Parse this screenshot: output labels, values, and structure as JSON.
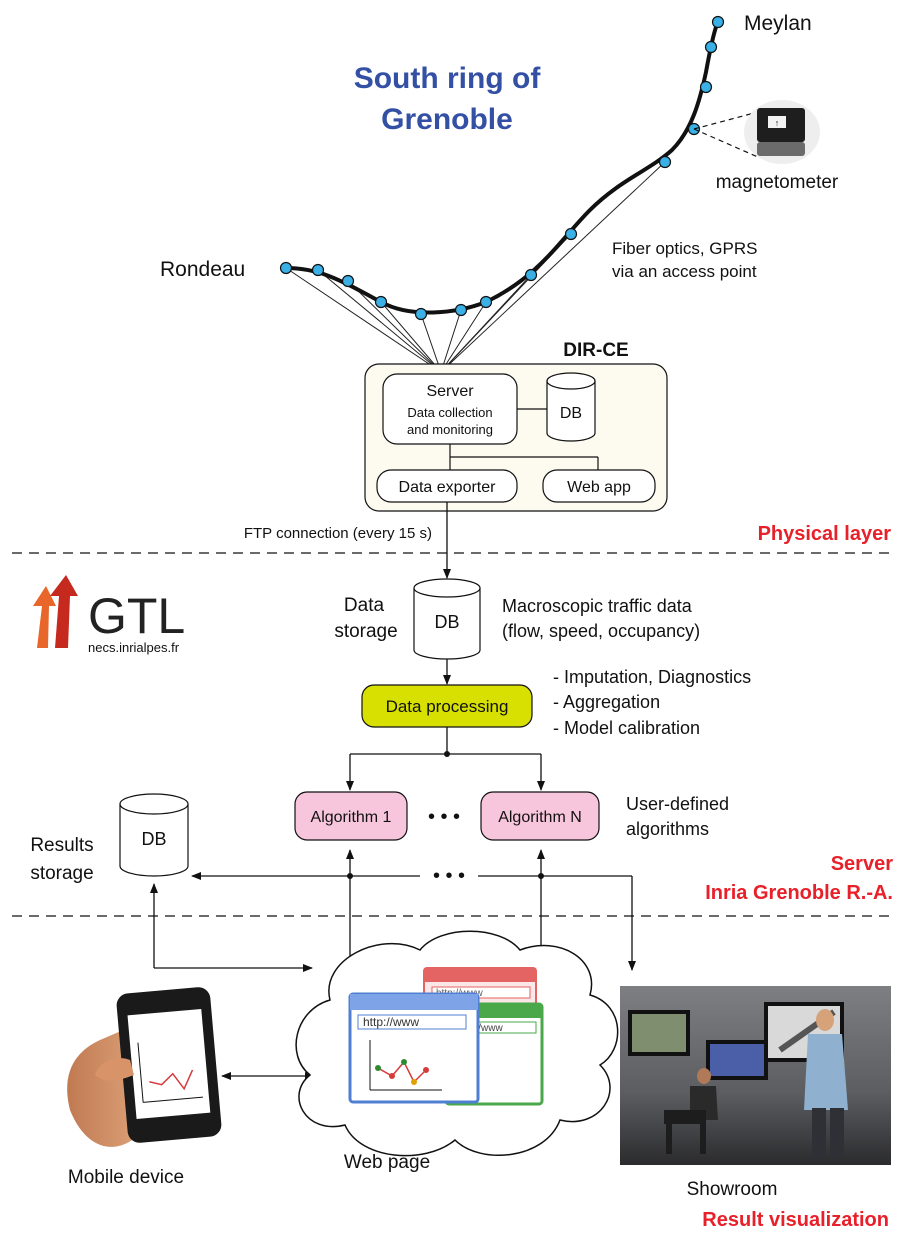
{
  "title": [
    "South ring of",
    "Grenoble"
  ],
  "places": {
    "meylan": "Meylan",
    "rondeau": "Rondeau"
  },
  "sensor": {
    "label": "magnetometer",
    "comm": [
      "Fiber optics, GPRS",
      "via an access point"
    ]
  },
  "dirce": {
    "title": "DIR-CE",
    "server": [
      "Server",
      "Data collection",
      "and monitoring"
    ],
    "db": "DB",
    "exporter": "Data exporter",
    "webapp": "Web app"
  },
  "ftp": "FTP connection (every 15 s)",
  "layers": {
    "physical": "Physical layer",
    "server": [
      "Server",
      "Inria Grenoble R.-A."
    ],
    "result": "Result visualization"
  },
  "gtl": {
    "name": "GTL",
    "url": "necs.inrialpes.fr"
  },
  "storage": {
    "label": [
      "Data",
      "storage"
    ],
    "db": "DB",
    "desc": [
      "Macroscopic traffic data",
      "(flow, speed, occupancy)"
    ]
  },
  "processing": {
    "label": "Data processing",
    "steps": [
      "- Imputation, Diagnostics",
      "- Aggregation",
      "- Model calibration"
    ]
  },
  "algorithms": {
    "a1": "Algorithm 1",
    "an": "Algorithm N",
    "dots": "• • •",
    "desc": [
      "User-defined",
      "algorithms"
    ]
  },
  "results": {
    "label": [
      "Results",
      "storage"
    ],
    "db": "DB"
  },
  "browser": {
    "url": "http://www"
  },
  "outputs": {
    "mobile": "Mobile device",
    "web": "Web page",
    "showroom": "Showroom"
  },
  "colors": {
    "sensor_dot": "#3ab0e6",
    "processing": "#d7e000",
    "algorithm": "#f7c6dc",
    "title_blue": "#3450a4",
    "layer_red": "#e8202a",
    "dirce_bg": "#fdfbef",
    "gtl_orange": "#e8662a"
  }
}
